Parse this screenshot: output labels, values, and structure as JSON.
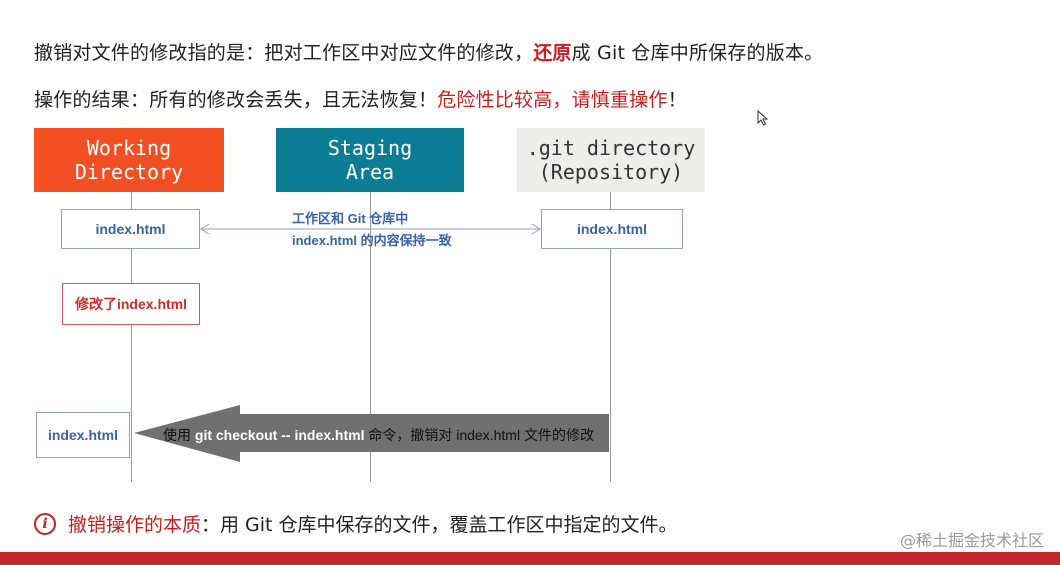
{
  "text": {
    "line1_a": "撤销对文件的修改指的是：把对工作区中对应文件的修改，",
    "line1_b": "还原",
    "line1_c": "成 Git 仓库中所保存的版本。",
    "line2_a": "操作的结果：所有的修改会丢失，且无法恢复！",
    "line2_b": "危险性比较高，请慎重操作",
    "line2_c": "！"
  },
  "headers": {
    "working": "Working\nDirectory",
    "staging": "Staging\nArea",
    "git": ".git directory\n(Repository)"
  },
  "files": {
    "working_index": "index.html",
    "git_index": "index.html",
    "modified": "修改了index.html",
    "restored": "index.html"
  },
  "note": {
    "line1": "工作区和 Git 仓库中",
    "line2": "index.html 的内容保持一致"
  },
  "command": {
    "prefix": "使用 ",
    "code": "git checkout -- index.html",
    "suffix": " 命令，撤销对 index.html 文件的修改"
  },
  "footer": {
    "icon_glyph": "i",
    "title": "撤销操作的本质",
    "body": "：用 Git 仓库中保存的文件，覆盖工作区中指定的文件。"
  },
  "watermark": "@稀土掘金技术社区",
  "colors": {
    "working": "#f25022",
    "staging": "#0a7d94",
    "git": "#ededea",
    "accent_red": "#c81e1e",
    "arrow": "#707070",
    "bottom_bar": "#c0282d"
  },
  "icons": {
    "info": "info-circle-icon",
    "cursor": "mouse-cursor-icon"
  }
}
